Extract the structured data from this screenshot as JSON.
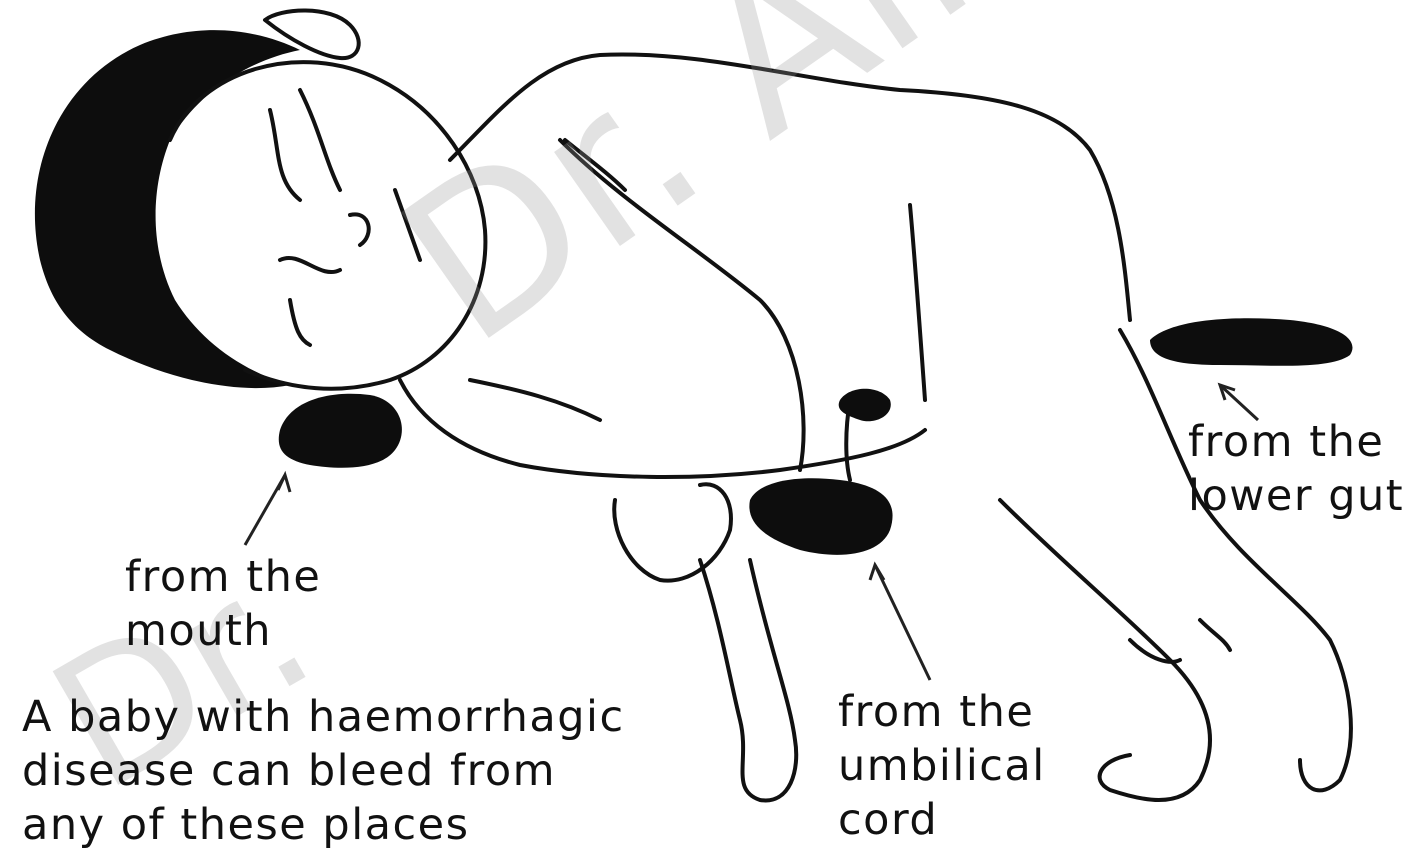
{
  "labels": {
    "mouth": [
      "from the",
      "mouth"
    ],
    "umbilical": [
      "from the",
      "umbilical",
      "cord"
    ],
    "lower_gut": [
      "from the",
      "lower gut"
    ],
    "caption": [
      "A baby with haemorrhagic",
      "disease can bleed from",
      "any of these places"
    ]
  },
  "watermark": {
    "line1": "Dr. Ali AT",
    "line2": "Dr."
  },
  "colors": {
    "ink": "#111111",
    "background": "#ffffff"
  }
}
